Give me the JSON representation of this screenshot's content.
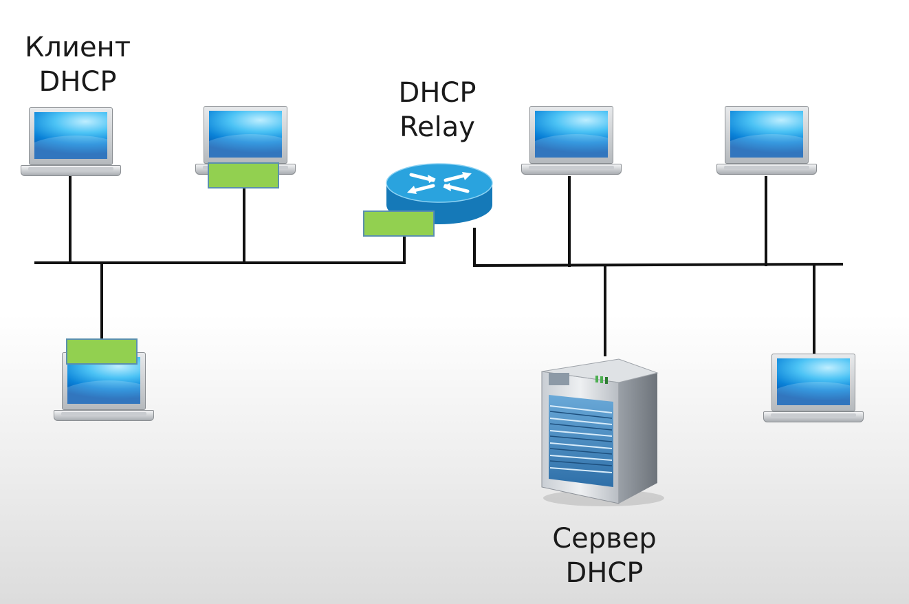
{
  "labels": {
    "client": [
      "Клиент",
      "DHCP"
    ],
    "relay": [
      "DHCP",
      "Relay"
    ],
    "server": [
      "Сервер",
      "DHCP"
    ]
  },
  "colors": {
    "line": "#111111",
    "tag_fill": "#92d050",
    "tag_border": "#5a8fae",
    "router": "#1e9ad6"
  },
  "icons": [
    "laptop-icon",
    "router-icon",
    "server-icon"
  ]
}
